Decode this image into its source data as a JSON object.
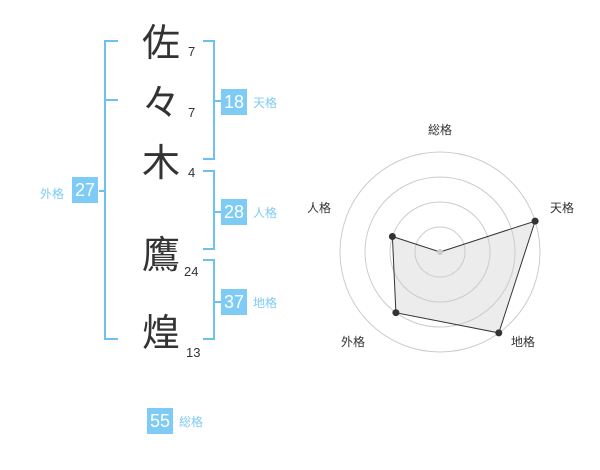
{
  "name_chars": [
    {
      "char": "佐",
      "strokes": "7"
    },
    {
      "char": "々",
      "strokes": "7"
    },
    {
      "char": "木",
      "strokes": "4"
    },
    {
      "char": "鷹",
      "strokes": "24"
    },
    {
      "char": "煌",
      "strokes": "13"
    }
  ],
  "fortunes": {
    "tenkaku": {
      "value": "18",
      "label": "天格"
    },
    "jinkaku": {
      "value": "28",
      "label": "人格"
    },
    "chikaku": {
      "value": "37",
      "label": "地格"
    },
    "gaikaku": {
      "value": "27",
      "label": "外格"
    },
    "soukaku": {
      "value": "55",
      "label": "総格"
    }
  },
  "radar": {
    "axes": [
      "総格",
      "天格",
      "地格",
      "外格",
      "人格"
    ],
    "levels": 4,
    "scores": [
      0,
      4,
      4,
      3,
      2
    ]
  },
  "colors": {
    "accent": "#7ecbf5",
    "bracket": "#6ec0ee",
    "text": "#333333"
  }
}
